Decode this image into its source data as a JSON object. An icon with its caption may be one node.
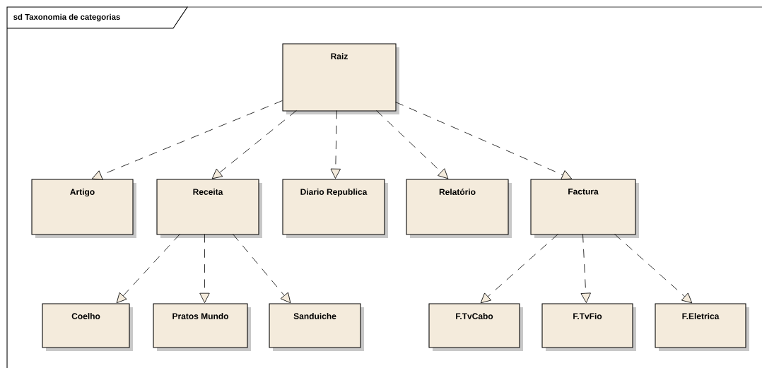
{
  "diagram": {
    "title": "sd Taxonomia de categorias",
    "nodes": [
      {
        "text": [
          "Raiz"
        ]
      },
      {
        "text": [
          "Artigo"
        ]
      },
      {
        "text": [
          "Receita"
        ]
      },
      {
        "text": [
          "Diario Republica"
        ]
      },
      {
        "text": [
          "Relatório"
        ]
      },
      {
        "text": [
          "Factura"
        ]
      },
      {
        "text": [
          "Coelho"
        ]
      },
      {
        "text": [
          "Pratos Mundo"
        ]
      },
      {
        "text": [
          "Sanduiche"
        ]
      },
      {
        "text": [
          "F.TvCabo"
        ]
      },
      {
        "text": [
          "F.TvFio"
        ]
      },
      {
        "text": [
          "F.Eletrica"
        ]
      }
    ],
    "edges": [
      {
        "from": 0,
        "to": 1,
        "arrow": "to",
        "style": "dashed"
      },
      {
        "from": 0,
        "to": 2,
        "arrow": "to",
        "style": "dashed"
      },
      {
        "from": 0,
        "to": 3,
        "arrow": "to",
        "style": "dashed"
      },
      {
        "from": 0,
        "to": 4,
        "arrow": "to",
        "style": "dashed"
      },
      {
        "from": 0,
        "to": 5,
        "arrow": "to",
        "style": "dashed"
      },
      {
        "from": 2,
        "to": 6,
        "arrow": "to",
        "style": "dashed"
      },
      {
        "from": 2,
        "to": 7,
        "arrow": "to",
        "style": "dashed"
      },
      {
        "from": 2,
        "to": 8,
        "arrow": "to",
        "style": "dashed"
      },
      {
        "from": 5,
        "to": 9,
        "arrow": "to",
        "style": "dashed"
      },
      {
        "from": 5,
        "to": 10,
        "arrow": "to",
        "style": "dashed"
      },
      {
        "from": 5,
        "to": 11,
        "arrow": "to",
        "style": "dashed"
      }
    ]
  }
}
